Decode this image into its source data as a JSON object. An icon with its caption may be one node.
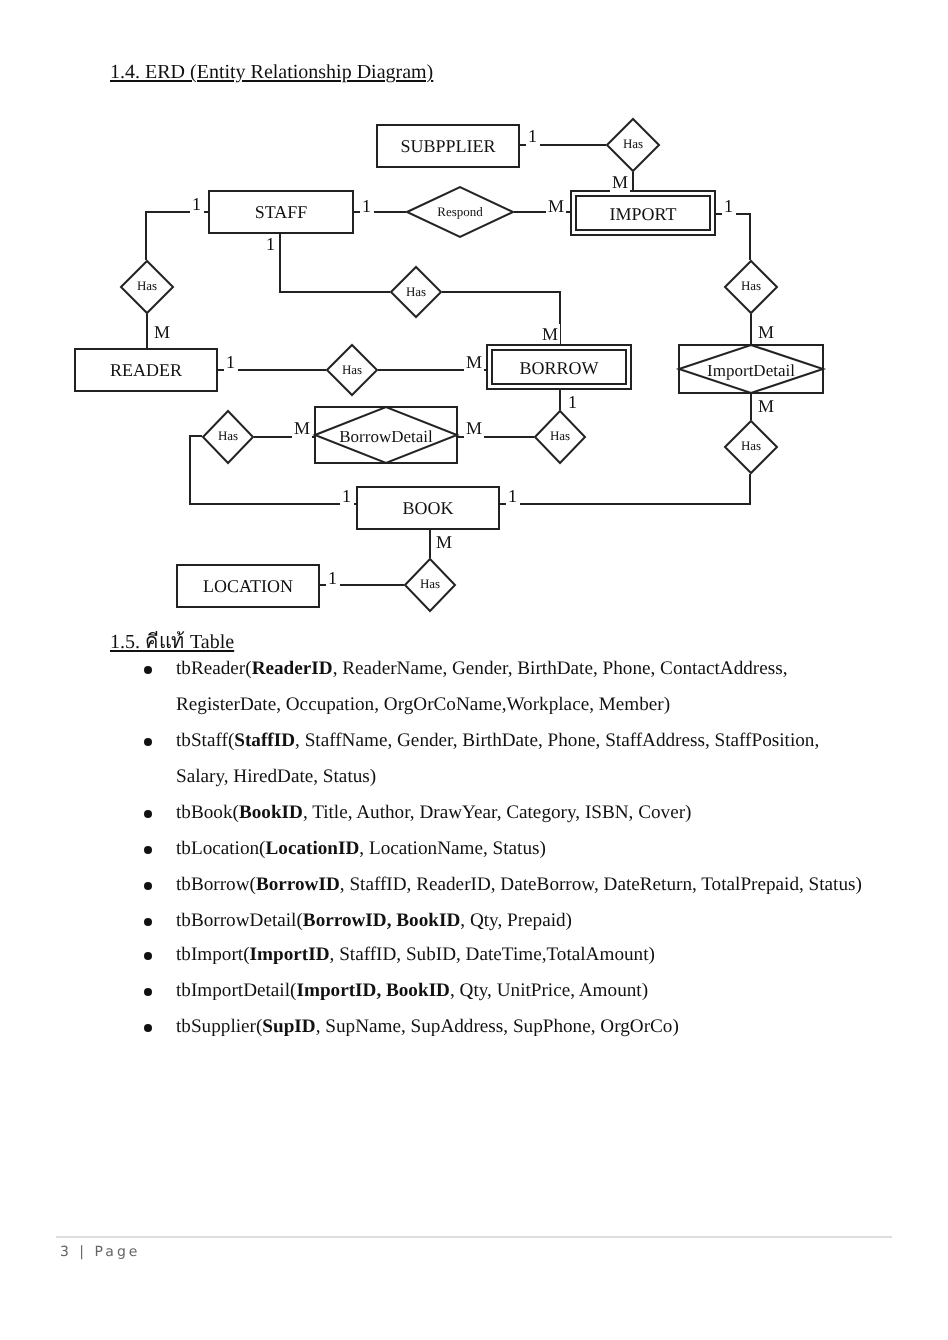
{
  "diagram": {
    "title": "1.4. ERD (Entity Relationship Diagram)",
    "nodes": [
      {
        "text": [
          "SUBPPLIER"
        ]
      },
      {
        "text": [
          "Has"
        ]
      },
      {
        "text": [
          "STAFF"
        ]
      },
      {
        "text": [
          "Respond"
        ]
      },
      {
        "text": [
          "IMPORT"
        ]
      },
      {
        "text": [
          "Has"
        ]
      },
      {
        "text": [
          "Has"
        ]
      },
      {
        "text": [
          "Has"
        ]
      },
      {
        "text": [
          "READER"
        ]
      },
      {
        "text": [
          "Has"
        ]
      },
      {
        "text": [
          "BORROW"
        ]
      },
      {
        "text": [
          "ImportDetail"
        ]
      },
      {
        "text": [
          "Has"
        ]
      },
      {
        "text": [
          "BorrowDetail"
        ]
      },
      {
        "text": [
          "Has"
        ]
      },
      {
        "text": [
          "Has"
        ]
      },
      {
        "text": [
          "BOOK"
        ]
      },
      {
        "text": [
          "LOCATION"
        ]
      },
      {
        "text": [
          "Has"
        ]
      }
    ],
    "edges": [
      {
        "from": 0,
        "to": 1,
        "arrow": "none",
        "label": "1"
      },
      {
        "from": 1,
        "to": 4,
        "arrow": "none",
        "label": "M"
      },
      {
        "from": 2,
        "to": 3,
        "arrow": "none",
        "label": "1"
      },
      {
        "from": 3,
        "to": 4,
        "arrow": "none",
        "label": "M"
      },
      {
        "from": 4,
        "to": 7,
        "arrow": "none",
        "label": "1"
      },
      {
        "from": 2,
        "to": 5,
        "arrow": "none",
        "label": "1"
      },
      {
        "from": 5,
        "to": 8,
        "arrow": "none",
        "label": "M"
      },
      {
        "from": 2,
        "to": 6,
        "arrow": "none",
        "label": "1"
      },
      {
        "from": 6,
        "to": 10,
        "arrow": "none",
        "label": "M"
      },
      {
        "from": 8,
        "to": 9,
        "arrow": "none",
        "label": "1"
      },
      {
        "from": 9,
        "to": 10,
        "arrow": "none",
        "label": "M"
      },
      {
        "from": 10,
        "to": 14,
        "arrow": "none",
        "label": "1"
      },
      {
        "from": 14,
        "to": 13,
        "arrow": "none",
        "label": "M"
      },
      {
        "from": 12,
        "to": 13,
        "arrow": "none",
        "label": "M"
      },
      {
        "from": 16,
        "to": 12,
        "arrow": "none",
        "label": "1"
      },
      {
        "from": 7,
        "to": 11,
        "arrow": "none",
        "label": "M"
      },
      {
        "from": 11,
        "to": 15,
        "arrow": "none",
        "label": "M"
      },
      {
        "from": 15,
        "to": 16,
        "arrow": "none",
        "label": "1"
      },
      {
        "from": 16,
        "to": 18,
        "arrow": "none",
        "label": "M"
      },
      {
        "from": 17,
        "to": 18,
        "arrow": "none",
        "label": "1"
      }
    ],
    "labels": [
      "1.5. คีแท้ Table",
      "tbReader(**ReaderID**, ReaderName, Gender, BirthDate, Phone, ContactAddress, RegisterDate, Occupation, OrgOrCoName,Workplace, Member)",
      "tbStaff(**StaffID**, StaffName, Gender, BirthDate, Phone, StaffAddress, StaffPosition, Salary, HiredDate, Status)",
      "tbBook(**BookID**, Title, Author, DrawYear, Category, ISBN, Cover)",
      "tbLocation(**LocationID**, LocationName, Status)",
      "tbBorrow(**BorrowID**, StaffID, ReaderID, DateBorrow, DateReturn, TotalPrepaid, Status)",
      "tbBorrowDetail(**BorrowID, BookID**, Qty, Prepaid)",
      "tbImport(**ImportID**, StaffID, SubID, DateTime,TotalAmount)",
      "tbImportDetail(**ImportID, BookID**, Qty, UnitPrice, Amount)",
      "tbSupplier(**SupID**, SupName, SupAddress, SupPhone, OrgOrCo)",
      "3 | Page"
    ]
  }
}
